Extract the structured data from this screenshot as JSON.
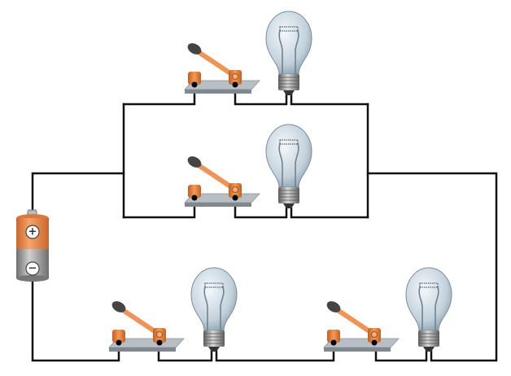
{
  "diagram": {
    "title": "",
    "battery": {
      "positive_symbol": "+",
      "negative_symbol": "−"
    },
    "components": {
      "branch_parallel_top": [
        "switch",
        "bulb"
      ],
      "branch_parallel_middle": [
        "switch",
        "bulb"
      ],
      "bottom_series": [
        "switch",
        "bulb",
        "switch",
        "bulb"
      ]
    },
    "colors": {
      "wire": "#111111",
      "battery_top": "#e8894a",
      "battery_bottom": "#9a9a9a",
      "switch_post": "#e07a30",
      "switch_base": "#a9b0b6",
      "bulb_glass": "#c9d6df",
      "bulb_base": "#8c8c8c"
    }
  }
}
